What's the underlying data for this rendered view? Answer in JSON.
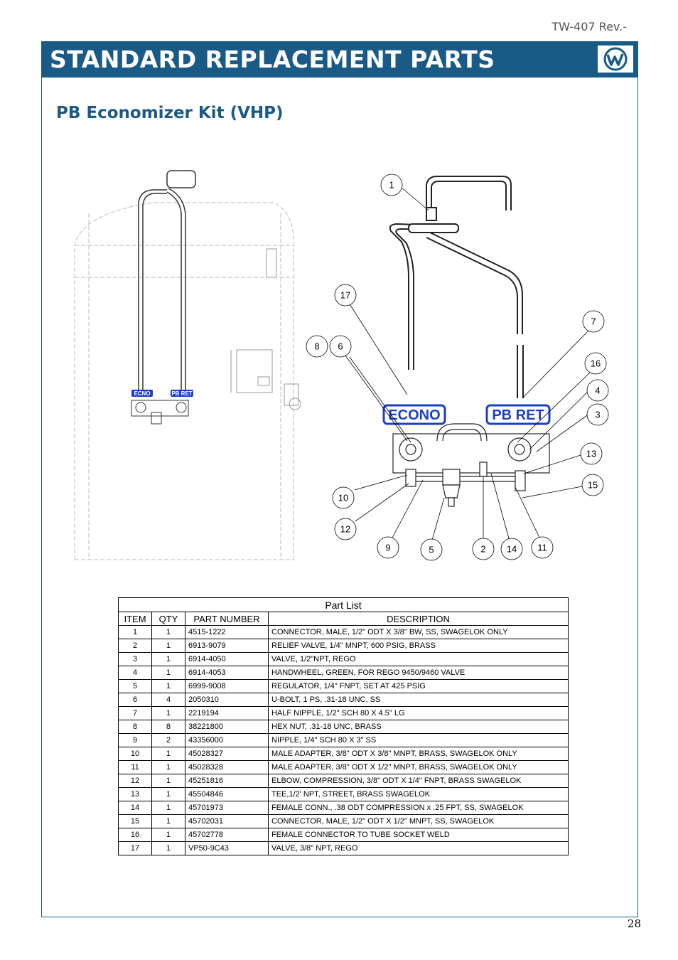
{
  "header": {
    "doc_code": "TW-407 Rev.-",
    "banner_title": "STANDARD REPLACEMENT PARTS",
    "logo": "company-logo"
  },
  "section_title": "PB Economizer Kit (VHP)",
  "drawing": {
    "left_labels": [
      "ECNO",
      "PB RET"
    ],
    "right_labels": [
      "ECONO",
      "PB RET"
    ],
    "callouts": [
      "1",
      "17",
      "7",
      "8",
      "6",
      "16",
      "4",
      "3",
      "13",
      "15",
      "10",
      "12",
      "9",
      "5",
      "2",
      "14",
      "11"
    ]
  },
  "parts_list": {
    "caption": "Part List",
    "columns": [
      "ITEM",
      "QTY",
      "PART NUMBER",
      "DESCRIPTION"
    ],
    "rows": [
      [
        "1",
        "1",
        "4515-1222",
        "CONNECTOR, MALE, 1/2\" ODT X 3/8\" BW, SS, SWAGELOK ONLY"
      ],
      [
        "2",
        "1",
        "6913-9079",
        "RELIEF VALVE, 1/4\" MNPT, 600 PSIG, BRASS"
      ],
      [
        "3",
        "1",
        "6914-4050",
        "VALVE, 1/2\"NPT, REGO"
      ],
      [
        "4",
        "1",
        "6914-4053",
        "HANDWHEEL, GREEN, FOR REGO 9450/9460 VALVE"
      ],
      [
        "5",
        "1",
        "6999-9008",
        "REGULATOR, 1/4\" FNPT, SET AT 425 PSIG"
      ],
      [
        "6",
        "4",
        "2050310",
        "U-BOLT, 1 PS, .31-18 UNC, SS"
      ],
      [
        "7",
        "1",
        "2219194",
        "HALF NIPPLE, 1/2\" SCH 80 X 4.5\" LG"
      ],
      [
        "8",
        "8",
        "38221800",
        "HEX NUT, .31-18 UNC, BRASS"
      ],
      [
        "9",
        "2",
        "43356000",
        "NIPPLE, 1/4\" SCH 80 X 3\" SS"
      ],
      [
        "10",
        "1",
        "45028327",
        "MALE ADAPTER, 3/8\" ODT X 3/8\" MNPT, BRASS, SWAGELOK ONLY"
      ],
      [
        "11",
        "1",
        "45028328",
        "MALE ADAPTER, 3/8\" ODT X 1/2\" MNPT, BRASS, SWAGELOK ONLY"
      ],
      [
        "12",
        "1",
        "45251816",
        "ELBOW, COMPRESSION, 3/8\" ODT X 1/4\" FNPT, BRASS  SWAGELOK"
      ],
      [
        "13",
        "1",
        "45504846",
        "TEE,1/2' NPT, STREET, BRASS SWAGELOK"
      ],
      [
        "14",
        "1",
        "45701973",
        "FEMALE CONN., .38 ODT COMPRESSION x .25 FPT, SS, SWAGELOK"
      ],
      [
        "15",
        "1",
        "45702031",
        "CONNECTOR, MALE, 1/2\" ODT X 1/2\" MNPT, SS, SWAGELOK"
      ],
      [
        "16",
        "1",
        "45702778",
        "FEMALE CONNECTOR TO TUBE SOCKET WELD"
      ],
      [
        "17",
        "1",
        "VP50-9C43",
        "VALVE, 3/8\" NPT, REGO"
      ]
    ]
  },
  "page_number": "28",
  "colors": {
    "brand_blue": "#1a5a86",
    "label_blue": "#1a3fc4"
  }
}
